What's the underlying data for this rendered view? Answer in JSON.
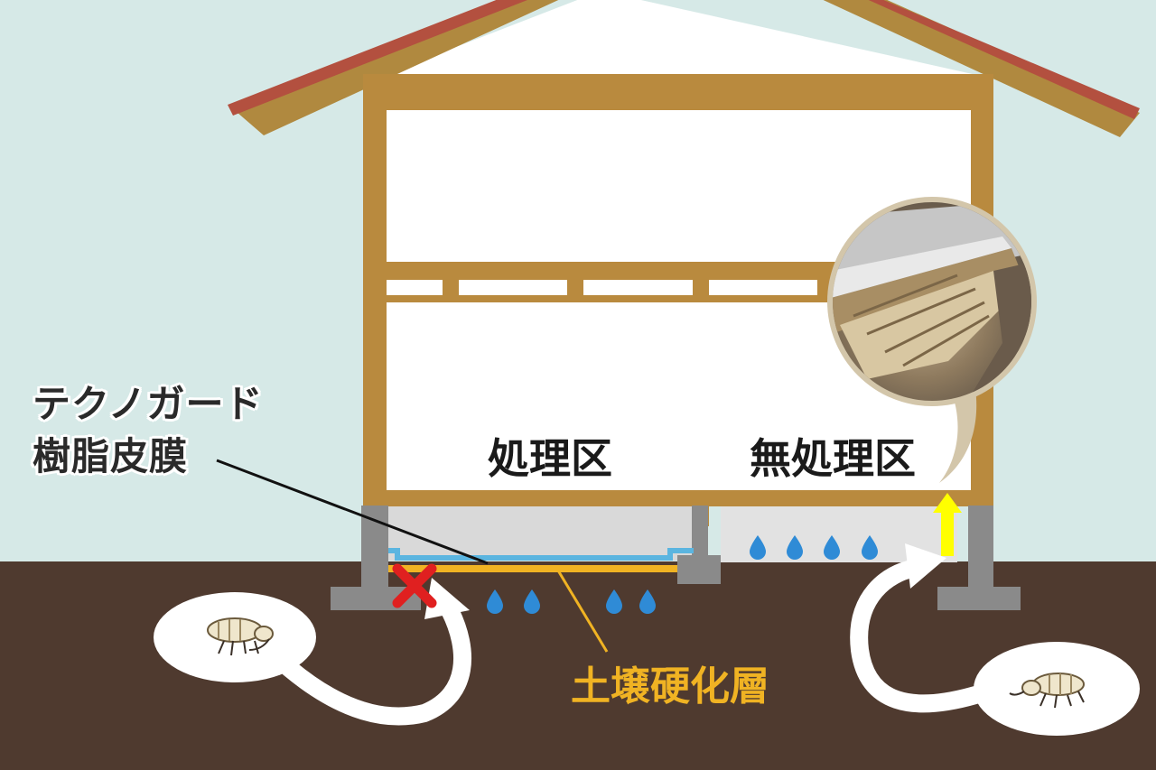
{
  "labels": {
    "resin_film_line1": "テクノガード",
    "resin_film_line2": "樹脂皮膜",
    "treated_zone": "処理区",
    "untreated_zone": "無処理区",
    "soil_hardened_layer": "土壌硬化層"
  },
  "colors": {
    "sky": "#d6e9e7",
    "ground": "#4f3a2f",
    "roof": "#b0893f",
    "roof_edge": "#b3503f",
    "wood_frame": "#b98a3e",
    "foundation": "#8a8a8a",
    "resin_film": "#5bb5e0",
    "soil_layer": "#f0b323",
    "water_drop": "#2f8bd6",
    "block_mark": "#e02020",
    "intrusion_arrow": "#ffff00"
  }
}
